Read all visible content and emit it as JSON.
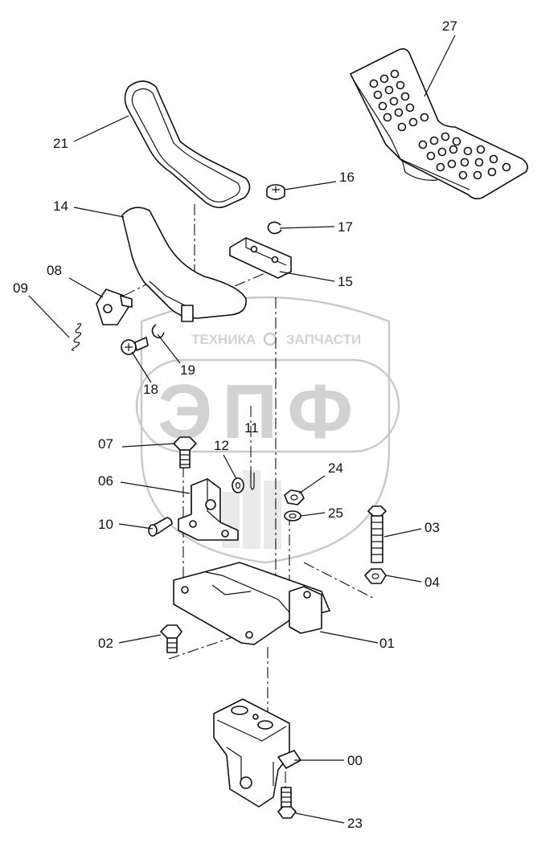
{
  "watermark": {
    "top_line_left": "ТЕХНИКА",
    "top_line_right": "ЗАПЧАСТИ",
    "logo_letters": "ЭПФ"
  },
  "callouts": [
    "27",
    "21",
    "16",
    "14",
    "17",
    "08",
    "15",
    "09",
    "19",
    "18",
    "11",
    "07",
    "12",
    "24",
    "06",
    "25",
    "03",
    "10",
    "04",
    "02",
    "01",
    "00",
    "23"
  ],
  "colors": {
    "ink": "#111111",
    "watermark": "#cfcfcf"
  }
}
